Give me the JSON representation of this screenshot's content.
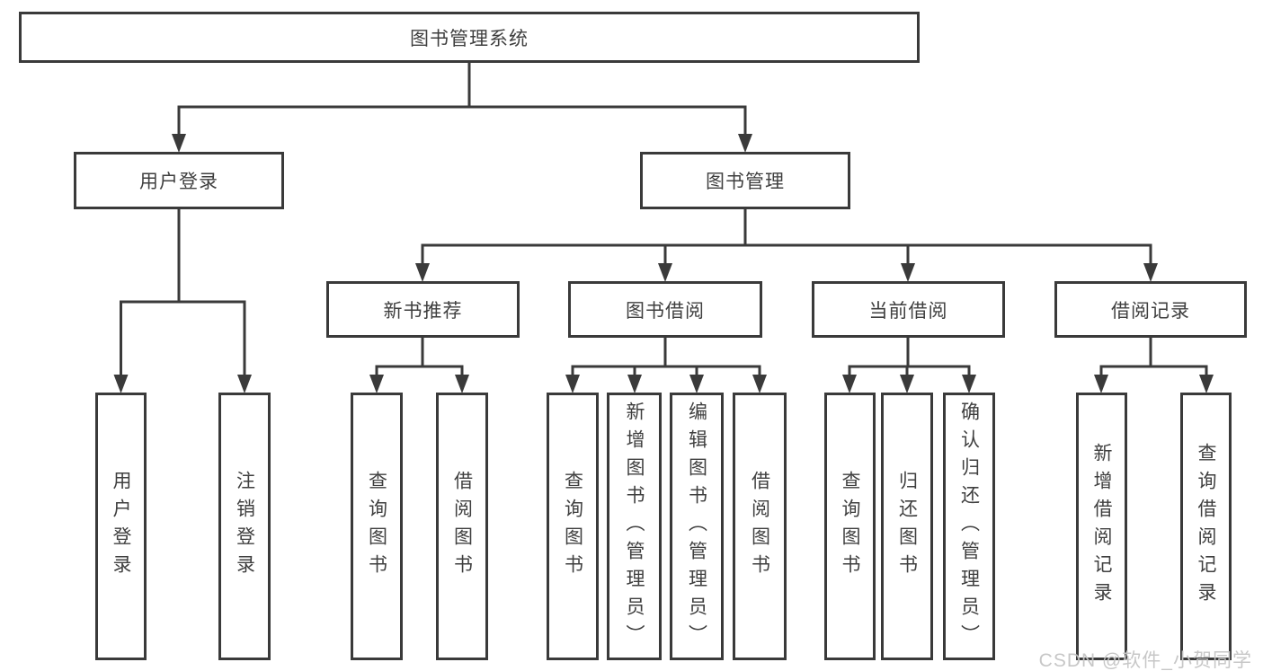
{
  "colors": {
    "line": "#3a3a3a",
    "box_border": "#3a3a3a",
    "box_fill": "#ffffff",
    "text": "#3f3f3f",
    "watermark": "#c4c4c4",
    "background": "#ffffff"
  },
  "watermark": {
    "text": "CSDN @软件_小贺同学"
  },
  "tree": {
    "root": {
      "label": "图书管理系统"
    },
    "children": [
      {
        "label": "用户登录",
        "children": [
          {
            "label": "用户登录"
          },
          {
            "label": "注销登录"
          }
        ]
      },
      {
        "label": "图书管理",
        "children": [
          {
            "label": "新书推荐",
            "children": [
              {
                "label": "查询图书"
              },
              {
                "label": "借阅图书"
              }
            ]
          },
          {
            "label": "图书借阅",
            "children": [
              {
                "label": "查询图书"
              },
              {
                "label": "新增图书（管理员）"
              },
              {
                "label": "编辑图书（管理员）"
              },
              {
                "label": "借阅图书"
              }
            ]
          },
          {
            "label": "当前借阅",
            "children": [
              {
                "label": "查询图书"
              },
              {
                "label": "归还图书"
              },
              {
                "label": "确认归还（管理员）"
              }
            ]
          },
          {
            "label": "借阅记录",
            "children": [
              {
                "label": "新增借阅记录"
              },
              {
                "label": "查询借阅记录"
              }
            ]
          }
        ]
      }
    ]
  }
}
